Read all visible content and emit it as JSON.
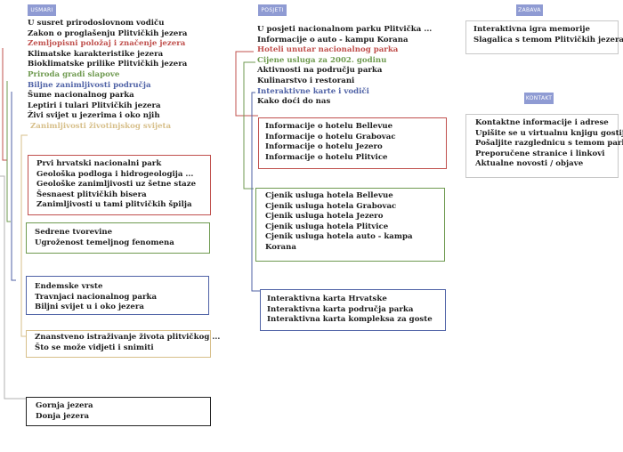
{
  "headers": {
    "col1": "USMARI",
    "col2": "POSJETI",
    "col3": "ZABAVA",
    "col4": "KONTAKT"
  },
  "col1": {
    "items": [
      "U susret prirodoslovnom vodiču",
      "Zakon o proglašenju Plitvičkih jezera",
      "Zemljopisni položaj i značenje jezera",
      "Klimatske karakteristike jezera",
      "Bioklimatske prilike Plitvičkih jezera",
      "Priroda gradi slapove",
      "Biljne zanimljivosti područja",
      "Šume nacionalnog parka",
      "Leptiri i tulari Plitvičkih jezera",
      "Živi svijet u jezerima i oko njih",
      "Zanimljivosti životinjskog svijeta"
    ],
    "box_red": [
      "Prvi hrvatski nacionalni park",
      "Geološka podloga i hidrogeologija ...",
      "Geološke zanimljivosti uz šetne staze",
      "Šesnaest plitvičkih bisera",
      "Zanimljivosti u tami plitvičkih špilja"
    ],
    "box_green": [
      "Sedrene tvorevine",
      "Ugroženost temeljnog fenomena"
    ],
    "box_blue": [
      "Endemske vrste",
      "Travnjaci nacionalnog parka",
      "Biljni svijet u i oko jezera"
    ],
    "box_tan": [
      "Znanstveno istraživanje života plitvičkog ...",
      "Što se može vidjeti i snimiti"
    ],
    "box_black": [
      "Gornja jezera",
      "Donja jezera"
    ]
  },
  "col2": {
    "items": [
      "U posjeti nacionalnom parku Plitvička ...",
      "Informacije o auto - kampu Korana",
      "Hoteli unutar nacionalnog parka",
      "Cijene usluga za 2002. godinu",
      "Aktivnosti na području parka",
      "Kulinarstvo i restorani",
      "Interaktivne karte i vodiči",
      "Kako doći do nas"
    ],
    "box_red": [
      "Informacije o hotelu Bellevue",
      "Informacije o hotelu Grabovac",
      "Informacije o hotelu Jezero",
      "Informacije o hotelu Plitvice"
    ],
    "box_green": [
      "Cjenik usluga hotela Bellevue",
      "Cjenik usluga hotela Grabovac",
      "Cjenik usluga hotela Jezero",
      "Cjenik usluga hotela Plitvice",
      "Cjenik usluga hotela auto - kampa",
      "Korana"
    ],
    "box_blue": [
      "Interaktivna karta Hrvatske",
      "Interaktivna karta područja parka",
      "Interaktivna karta kompleksa za goste"
    ]
  },
  "col3": {
    "box": [
      "Interaktivna igra memorije",
      "Slagalica s temom Plitvičkih jezera"
    ]
  },
  "col4": {
    "box": [
      "Kontaktne informacije i adrese",
      "Upišite se u virtualnu knjigu gostiju",
      "Pošaljite razglednicu s temom parka",
      "Preporučene stranice i linkovi",
      "Aktualne novosti / objave"
    ]
  },
  "colors": {
    "header_bg": "#8f9bd3",
    "red": "#c0504d",
    "green": "#6f9a50",
    "blue": "#4f62a6",
    "tan": "#d7bf8a",
    "black": "#222222"
  }
}
